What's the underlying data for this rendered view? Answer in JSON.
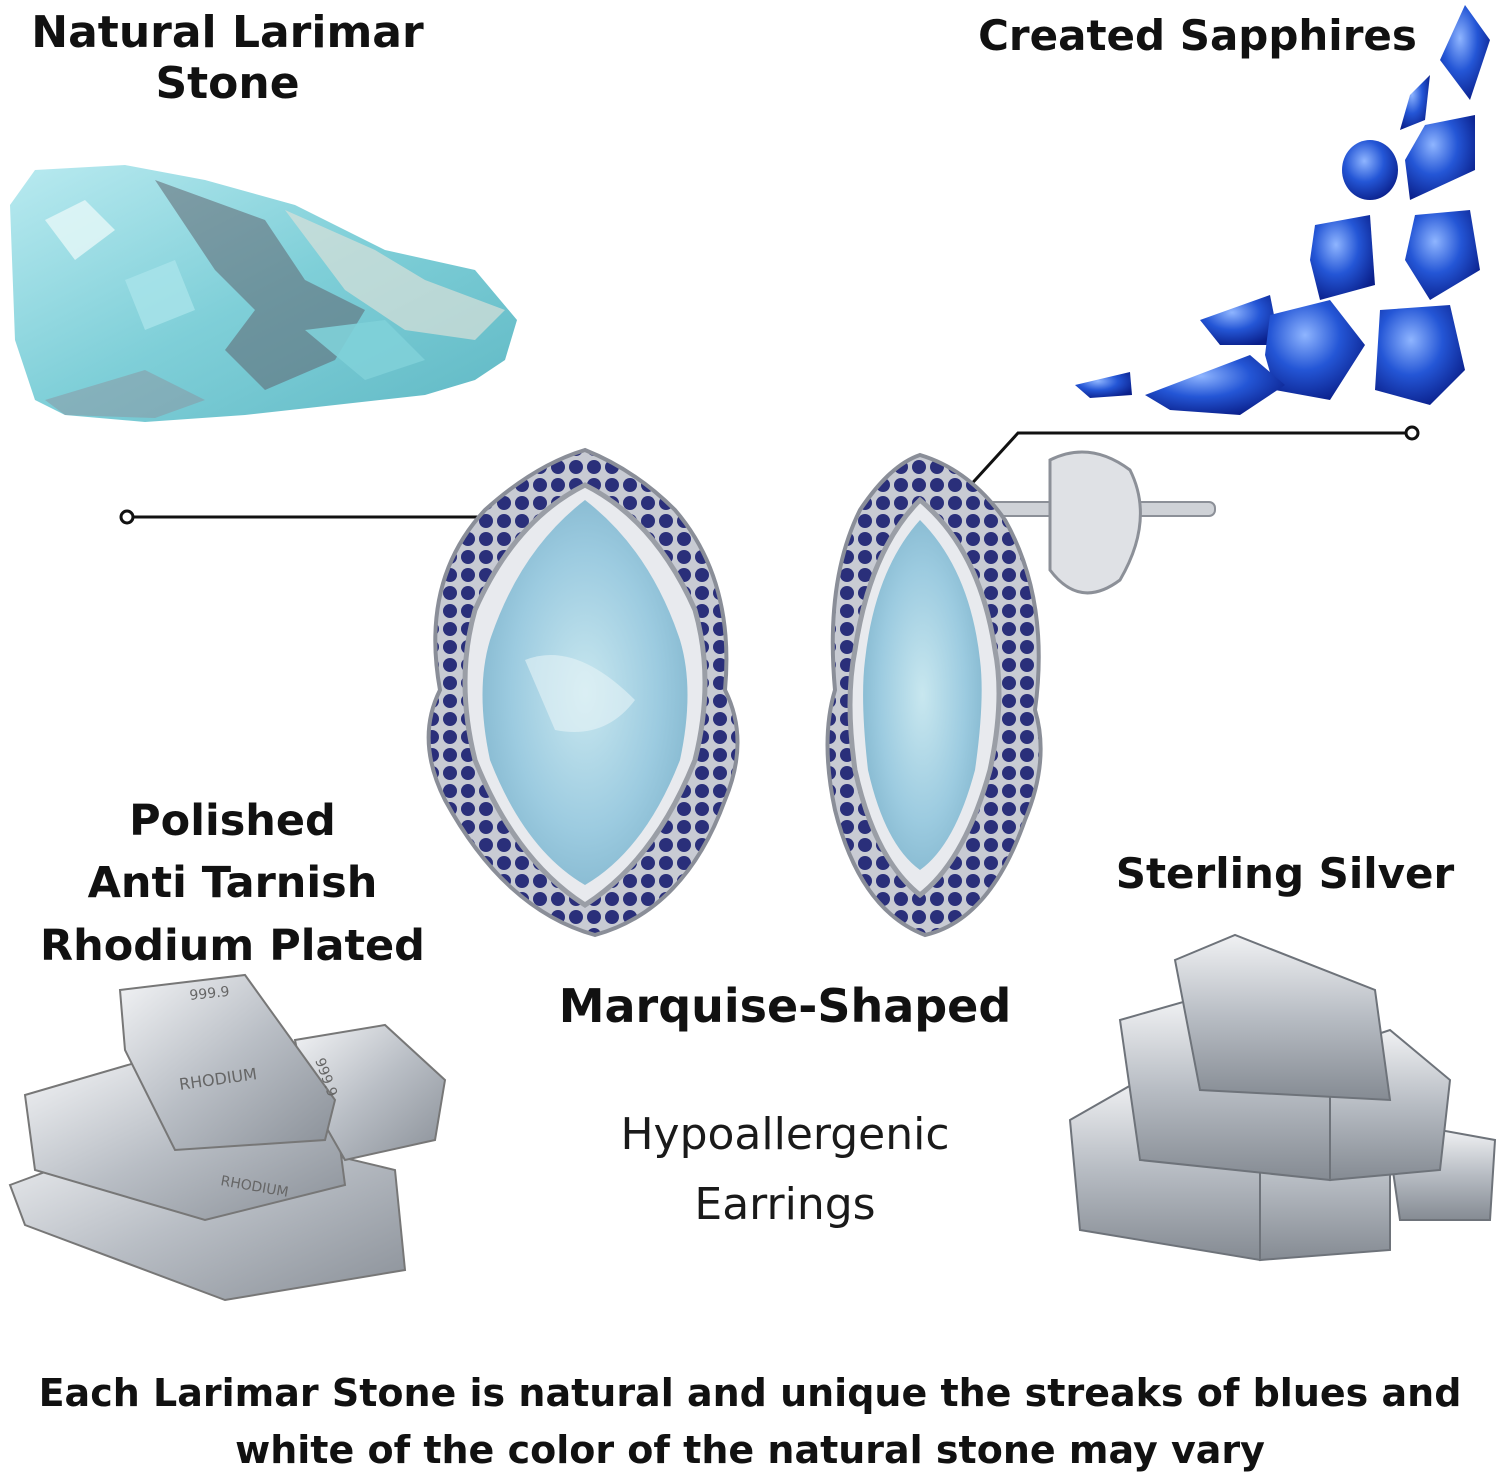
{
  "labels": {
    "larimar": {
      "line1": "Natural Larimar",
      "line2": "Stone"
    },
    "sapphires": "Created Sapphires",
    "rhodium": {
      "line1": "Polished",
      "line2": "Anti Tarnish",
      "line3": "Rhodium Plated"
    },
    "silver": "Sterling Silver",
    "shape": "Marquise-Shaped",
    "hypo": {
      "line1": "Hypoallergenic",
      "line2": "Earrings"
    }
  },
  "footer": {
    "line1": "Each Larimar Stone is natural and unique the streaks of blues and",
    "line2": "white of the color of the natural stone may vary"
  },
  "engravings": {
    "bar_top": "999.9",
    "bar_main": "RHODIUM",
    "bar_side": "RHODIUM",
    "bar_right": "999.9"
  },
  "colors": {
    "larimar": "#8fd3db",
    "sapphire": "#1f4fd1",
    "silver": "#c9cdd2",
    "pave": "#2a2f7a"
  }
}
